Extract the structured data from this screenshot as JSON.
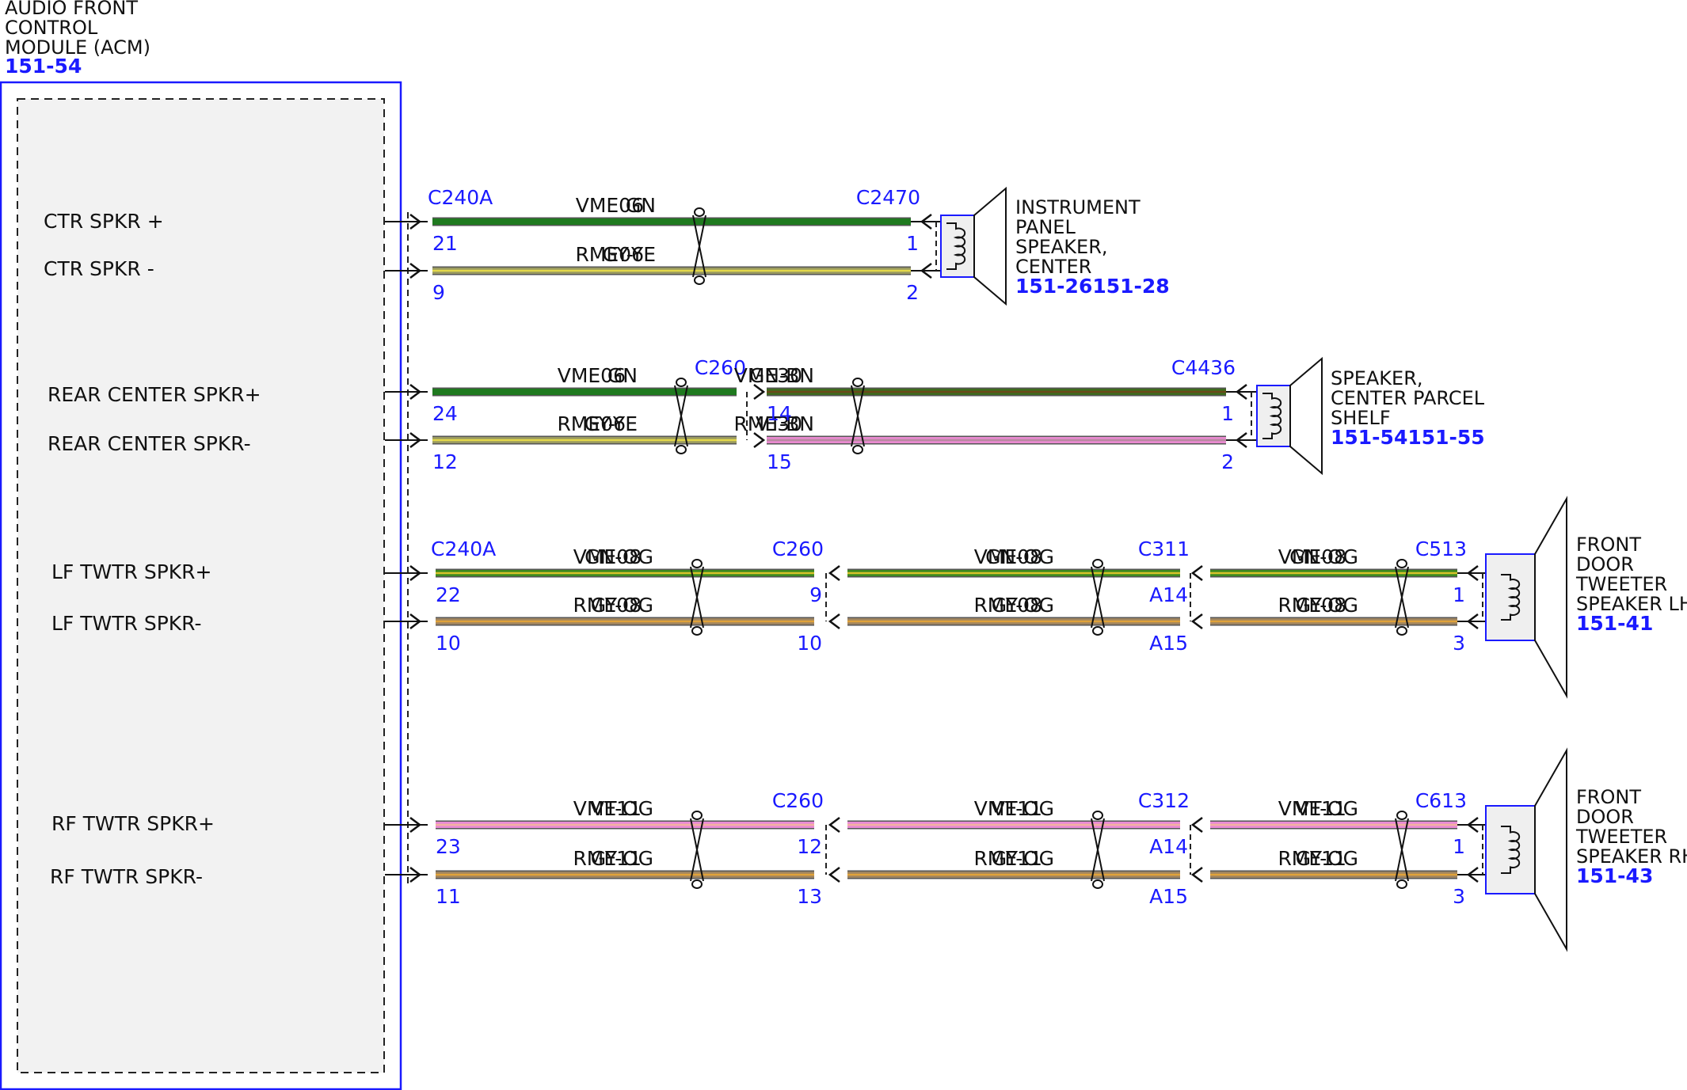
{
  "acm": {
    "title_lines": [
      "AUDIO FRONT",
      "CONTROL",
      "MODULE (ACM)"
    ],
    "ref": "151-54",
    "signals": [
      "CTR SPKR +",
      "CTR SPKR -",
      "REAR CENTER SPKR+",
      "REAR CENTER SPKR-",
      "LF TWTR SPKR+",
      "LF TWTR SPKR-",
      "RF TWTR SPKR+",
      "RF TWTR SPKR-"
    ]
  },
  "colors": {
    "GN": "#1f7a1f",
    "GN-BN": "#3e6b1e",
    "GN-OG": "#3d8a1f",
    "GY-YE": "#9a9a60",
    "GY-OG": "#a08560",
    "VT-BN": "#e88ad0",
    "VT-OG": "#e98ad4",
    "frame": "#1a1aff"
  },
  "circuits": [
    {
      "segments": [
        {
          "conn_left": "C240A",
          "conn_right": "C2470",
          "pos": {
            "circuit": "VME06",
            "color": "GN",
            "pin_left": "21",
            "pin_right": "1"
          },
          "neg": {
            "circuit": "RME06",
            "color": "GY-YE",
            "pin_left": "9",
            "pin_right": "2"
          }
        }
      ],
      "component": {
        "lines": [
          "INSTRUMENT",
          "PANEL",
          "SPEAKER,",
          "CENTER"
        ],
        "ref": "151-26151-28"
      }
    },
    {
      "segments": [
        {
          "conn_left": "",
          "conn_right": "C260",
          "pos": {
            "circuit": "VME06",
            "color": "GN",
            "pin_left": "24",
            "pin_right": ""
          },
          "neg": {
            "circuit": "RME06",
            "color": "GY-YE",
            "pin_left": "12",
            "pin_right": ""
          }
        },
        {
          "conn_left": "",
          "conn_right": "C4436",
          "pos": {
            "circuit": "VME30",
            "color": "GN-BN",
            "pin_left": "14",
            "pin_right": "1"
          },
          "neg": {
            "circuit": "RME30",
            "color": "VT-BN",
            "pin_left": "15",
            "pin_right": "2"
          }
        }
      ],
      "component": {
        "lines": [
          "SPEAKER,",
          "CENTER PARCEL",
          "SHELF"
        ],
        "ref": "151-54151-55"
      }
    },
    {
      "segments": [
        {
          "conn_left": "C240A",
          "conn_right": "C260",
          "pos": {
            "circuit": "VME08",
            "color": "GN-OG",
            "pin_left": "22",
            "pin_right": "9"
          },
          "neg": {
            "circuit": "RME08",
            "color": "GY-OG",
            "pin_left": "10",
            "pin_right": "10"
          }
        },
        {
          "conn_left": "",
          "conn_right": "C311",
          "pos": {
            "circuit": "VME08",
            "color": "GN-OG",
            "pin_left": "",
            "pin_right": "A14"
          },
          "neg": {
            "circuit": "RME08",
            "color": "GY-OG",
            "pin_left": "",
            "pin_right": "A15"
          }
        },
        {
          "conn_left": "",
          "conn_right": "C513",
          "pos": {
            "circuit": "VME08",
            "color": "GN-OG",
            "pin_left": "",
            "pin_right": "1"
          },
          "neg": {
            "circuit": "RME08",
            "color": "GY-OG",
            "pin_left": "",
            "pin_right": "3"
          }
        }
      ],
      "component": {
        "lines": [
          "FRONT",
          "DOOR",
          "TWEETER",
          "SPEAKER LH"
        ],
        "ref": "151-41"
      }
    },
    {
      "segments": [
        {
          "conn_left": "",
          "conn_right": "C260",
          "pos": {
            "circuit": "VME11",
            "color": "VT-OG",
            "pin_left": "23",
            "pin_right": "12"
          },
          "neg": {
            "circuit": "RME11",
            "color": "GY-OG",
            "pin_left": "11",
            "pin_right": "13"
          }
        },
        {
          "conn_left": "",
          "conn_right": "C312",
          "pos": {
            "circuit": "VME11",
            "color": "VT-OG",
            "pin_left": "",
            "pin_right": "A14"
          },
          "neg": {
            "circuit": "RME11",
            "color": "GY-OG",
            "pin_left": "",
            "pin_right": "A15"
          }
        },
        {
          "conn_left": "",
          "conn_right": "C613",
          "pos": {
            "circuit": "VME11",
            "color": "VT-OG",
            "pin_left": "",
            "pin_right": "1"
          },
          "neg": {
            "circuit": "RME11",
            "color": "GY-OG",
            "pin_left": "",
            "pin_right": "3"
          }
        }
      ],
      "component": {
        "lines": [
          "FRONT",
          "DOOR",
          "TWEETER",
          "SPEAKER RH"
        ],
        "ref": "151-43"
      }
    }
  ]
}
